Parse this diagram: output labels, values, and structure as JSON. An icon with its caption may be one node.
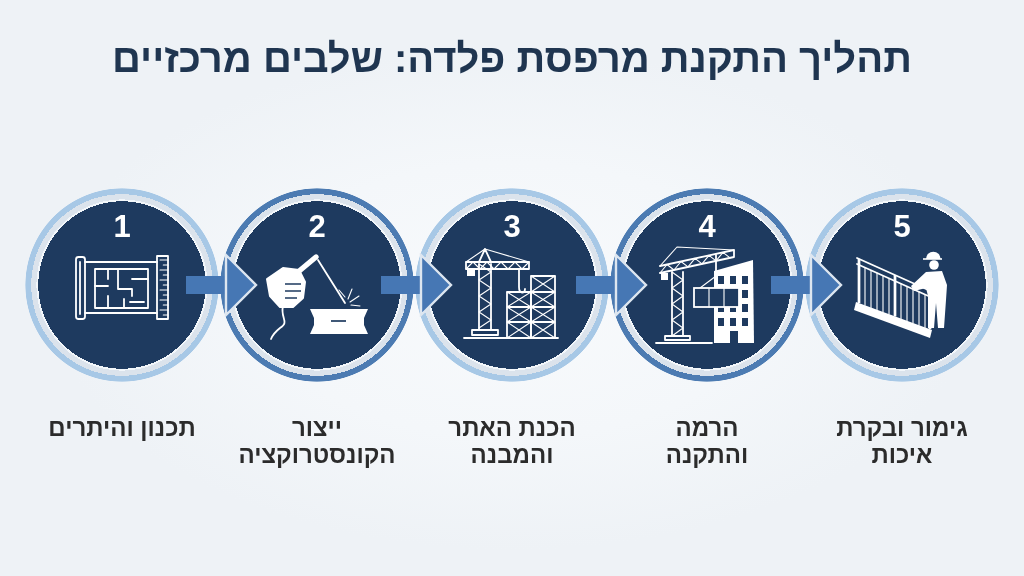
{
  "diagram": {
    "title": "תהליך התקנת מרפסת פלדה: שלבים מרכזיים",
    "nodes": [
      {
        "text": [
          "1"
        ],
        "beside": [
          "תכנון והיתרים"
        ]
      },
      {
        "text": [
          "2"
        ],
        "beside": [
          "ייצור הקונסטרוקציה"
        ]
      },
      {
        "text": [
          "3"
        ],
        "beside": [
          "הכנת האתר והמבנה"
        ]
      },
      {
        "text": [
          "4"
        ],
        "beside": [
          "הרמה והתקנה"
        ]
      },
      {
        "text": [
          "5"
        ],
        "beside": [
          "גימור ובקרת איכות"
        ]
      }
    ],
    "edges": [
      {
        "from": 0,
        "to": 1,
        "arrow": "to"
      },
      {
        "from": 1,
        "to": 2,
        "arrow": "to"
      },
      {
        "from": 2,
        "to": 3,
        "arrow": "to"
      },
      {
        "from": 3,
        "to": 4,
        "arrow": "to"
      }
    ]
  }
}
